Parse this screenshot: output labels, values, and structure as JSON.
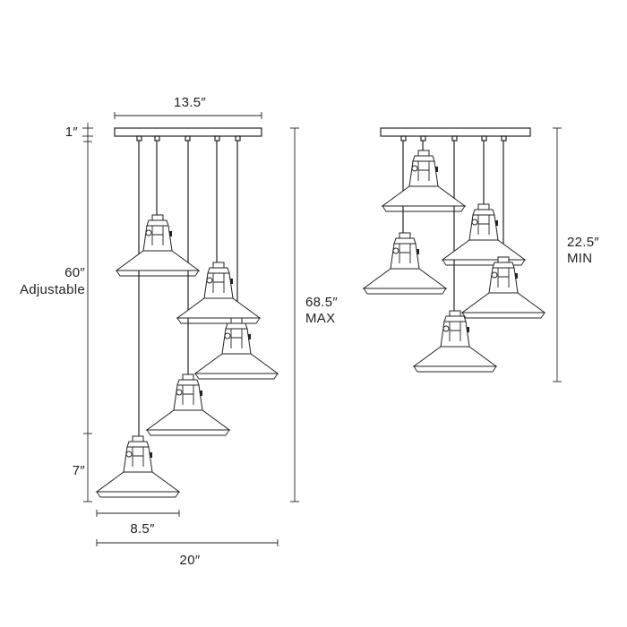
{
  "labels": {
    "canopy_width": "13.5″",
    "canopy_height": "1″",
    "cord_length": "60″",
    "cord_note": "Adjustable",
    "shade_height": "7″",
    "shade_width": "8.5″",
    "overall_width": "20″",
    "max_height": "68.5″",
    "max_note": "MAX",
    "min_height": "22.5″",
    "min_note": "MIN"
  },
  "colors": {
    "line": "#222222",
    "background": "#ffffff"
  }
}
